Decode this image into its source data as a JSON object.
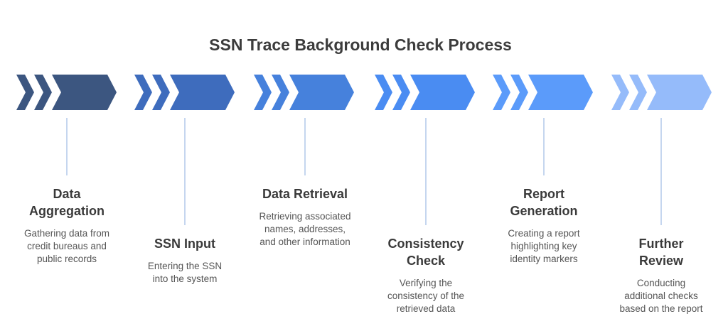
{
  "title": "SSN Trace Background Check Process",
  "steps": [
    {
      "title_lines": [
        "Data",
        "Aggregation"
      ],
      "desc_lines": [
        "Gathering data from",
        "credit bureaus and",
        "public records"
      ],
      "color": "#3c5680"
    },
    {
      "title_lines": [
        "SSN Input"
      ],
      "desc_lines": [
        "Entering the SSN",
        "into the system"
      ],
      "color": "#3e6cbd"
    },
    {
      "title_lines": [
        "Data Retrieval"
      ],
      "desc_lines": [
        "Retrieving associated",
        "names, addresses,",
        "and other information"
      ],
      "color": "#4681dc"
    },
    {
      "title_lines": [
        "Consistency",
        "Check"
      ],
      "desc_lines": [
        "Verifying the",
        "consistency of the",
        "retrieved data"
      ],
      "color": "#4a8cf2"
    },
    {
      "title_lines": [
        "Report",
        "Generation"
      ],
      "desc_lines": [
        "Creating a report",
        "highlighting key",
        "identity markers"
      ],
      "color": "#5b9bfa"
    },
    {
      "title_lines": [
        "Further",
        "Review"
      ],
      "desc_lines": [
        "Conducting",
        "additional checks",
        "based on the report"
      ],
      "color": "#95bbfa"
    }
  ],
  "connector_color": "#c5d6ef"
}
